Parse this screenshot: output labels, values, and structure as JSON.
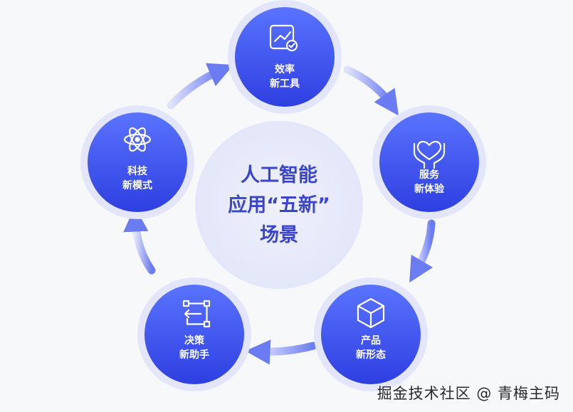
{
  "center": {
    "title_lines": [
      "人工智能",
      "应用“五新”",
      "场景"
    ]
  },
  "nodes": [
    {
      "id": "efficiency",
      "icon": "chart-check-icon",
      "label_lines": [
        "效率",
        "新工具"
      ]
    },
    {
      "id": "service",
      "icon": "heart-hands-icon",
      "label_lines": [
        "服务",
        "新体验"
      ]
    },
    {
      "id": "product",
      "icon": "cube-icon",
      "label_lines": [
        "产品",
        "新形态"
      ]
    },
    {
      "id": "decision",
      "icon": "flow-diagram-icon",
      "label_lines": [
        "决策",
        "新助手"
      ]
    },
    {
      "id": "tech",
      "icon": "atom-icon",
      "label_lines": [
        "科技",
        "新模式"
      ]
    }
  ],
  "colors": {
    "node_gradient_top": "#5a73ff",
    "node_gradient_bottom": "#2e3fe0",
    "node_halo": "#e3e6fb",
    "center_fill": "#eceefb",
    "center_text": "#3a45c9",
    "arrow_start": "#d6dafa",
    "arrow_end": "#6b7cf2"
  },
  "watermark": {
    "text": "掘金技术社区 @ 青梅主码"
  }
}
